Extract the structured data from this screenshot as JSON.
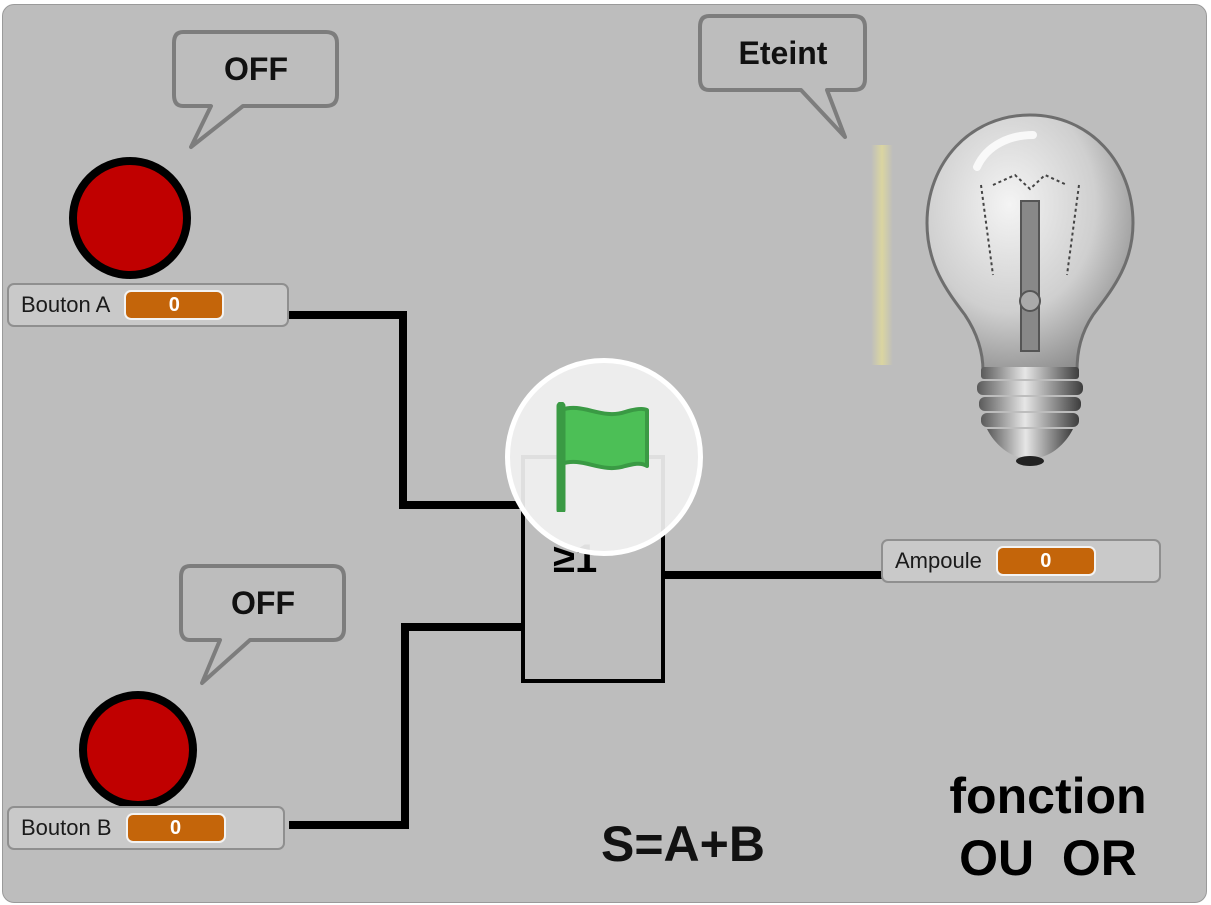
{
  "stage": {
    "background_color": "#bdbdbd"
  },
  "button_a": {
    "bubble_text": "OFF",
    "monitor_label": "Bouton A",
    "monitor_value": "0",
    "color": "#c00000"
  },
  "button_b": {
    "bubble_text": "OFF",
    "monitor_label": "Bouton B",
    "monitor_value": "0",
    "color": "#c00000"
  },
  "lamp": {
    "bubble_text": "Eteint",
    "monitor_label": "Ampoule",
    "monitor_value": "0",
    "icon": "light-bulb-icon"
  },
  "gate": {
    "symbol": "≥1",
    "icon": "or-gate"
  },
  "green_flag": {
    "icon": "green-flag-icon",
    "color": "#4cbf56"
  },
  "formula": "S=A+B",
  "title": {
    "line1": "fonction",
    "line2": "OU  OR"
  },
  "colors": {
    "monitor_value_bg": "#c4650a",
    "wire": "#000000"
  }
}
